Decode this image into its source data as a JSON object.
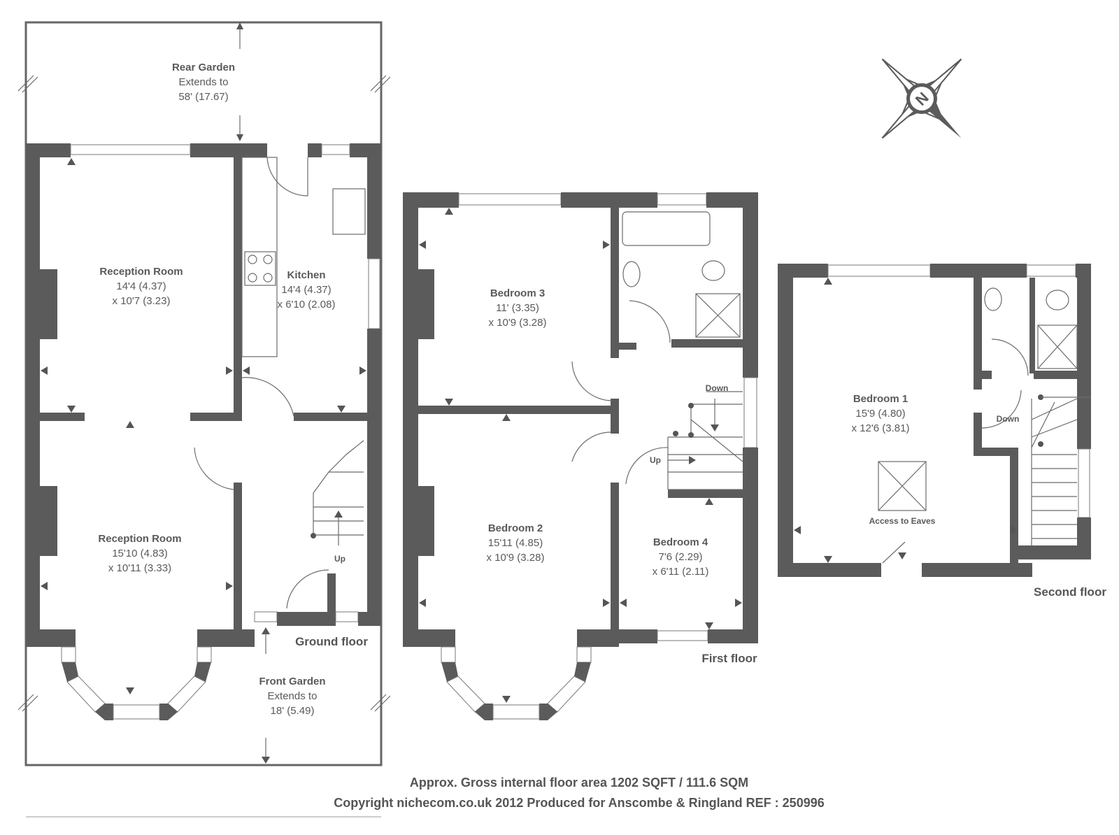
{
  "floors": {
    "ground": "Ground floor",
    "first": "First floor",
    "second": "Second floor"
  },
  "rooms": {
    "rear_garden": {
      "name": "Rear Garden",
      "line1": "Extends to",
      "line2": "58' (17.67)"
    },
    "reception_1": {
      "name": "Reception Room",
      "line1": "14'4 (4.37)",
      "line2": "x 10'7 (3.23)"
    },
    "kitchen": {
      "name": "Kitchen",
      "line1": "14'4 (4.37)",
      "line2": "x 6'10 (2.08)"
    },
    "reception_2": {
      "name": "Reception Room",
      "line1": "15'10 (4.83)",
      "line2": "x 10'11 (3.33)"
    },
    "front_garden": {
      "name": "Front Garden",
      "line1": "Extends to",
      "line2": "18' (5.49)"
    },
    "bedroom_3": {
      "name": "Bedroom 3",
      "line1": "11' (3.35)",
      "line2": "x 10'9 (3.28)"
    },
    "bedroom_2": {
      "name": "Bedroom 2",
      "line1": "15'11 (4.85)",
      "line2": "x 10'9 (3.28)"
    },
    "bedroom_4": {
      "name": "Bedroom 4",
      "line1": "7'6 (2.29)",
      "line2": "x 6'11 (2.11)"
    },
    "bedroom_1": {
      "name": "Bedroom 1",
      "line1": "15'9 (4.80)",
      "line2": "x 12'6 (3.81)"
    }
  },
  "labels": {
    "up": "Up",
    "down": "Down",
    "access_eaves": "Access to Eaves",
    "compass": "N"
  },
  "footer": {
    "area": "Approx. Gross internal floor area 1202 SQFT / 111.6 SQM",
    "copyright": "Copyright nichecom.co.uk 2012 Produced for Anscombe & Ringland REF : 250996"
  },
  "colors": {
    "wall": "#5b5b5b",
    "text": "#5a5a5a",
    "background": "#ffffff"
  }
}
